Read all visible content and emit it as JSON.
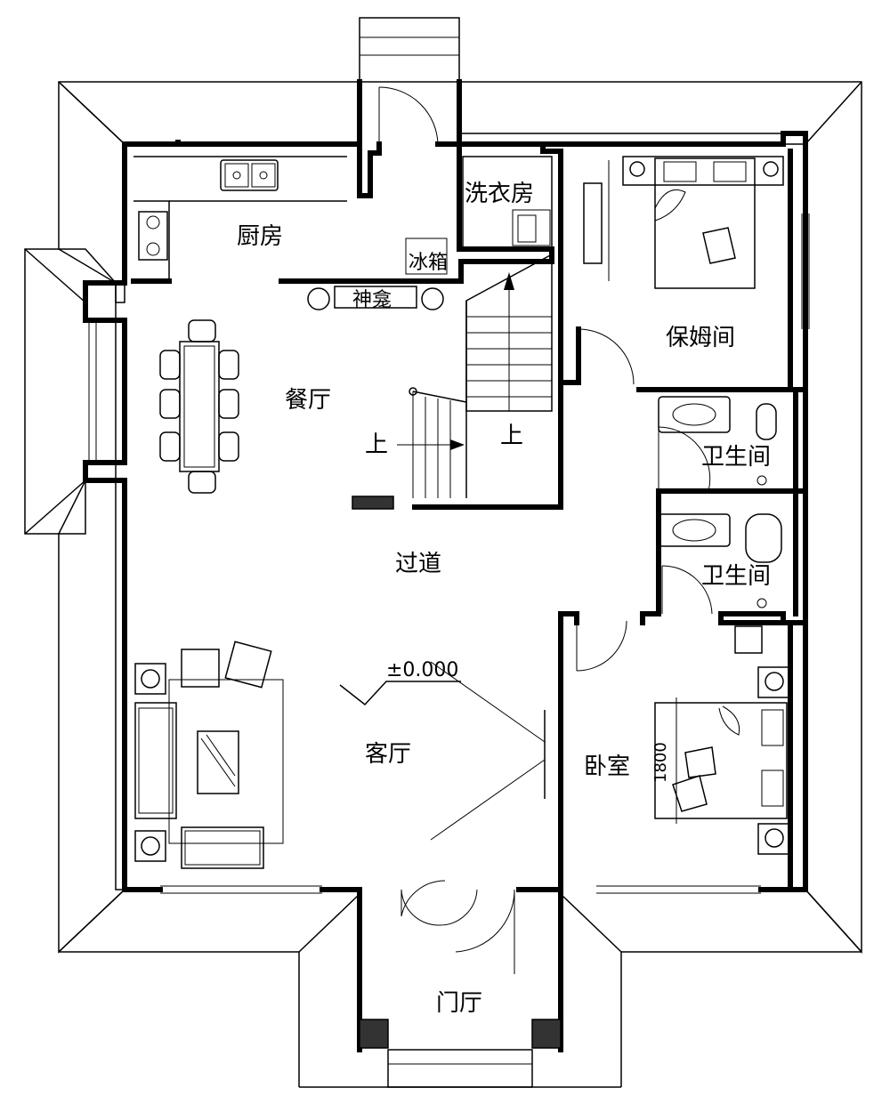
{
  "rooms": {
    "kitchen": "厨房",
    "laundry": "洗衣房",
    "fridge": "冰箱",
    "shrine": "神龛",
    "dining": "餐厅",
    "nanny_room": "保姆间",
    "bathroom_upper": "卫生间",
    "bathroom_lower": "卫生间",
    "corridor": "过道",
    "living_room": "客厅",
    "bedroom": "卧室",
    "entrance_hall": "门厅"
  },
  "stairs": {
    "up_left": "上",
    "up_right": "上"
  },
  "annotations": {
    "level": "±0.000",
    "bed_dimension": "1800"
  }
}
